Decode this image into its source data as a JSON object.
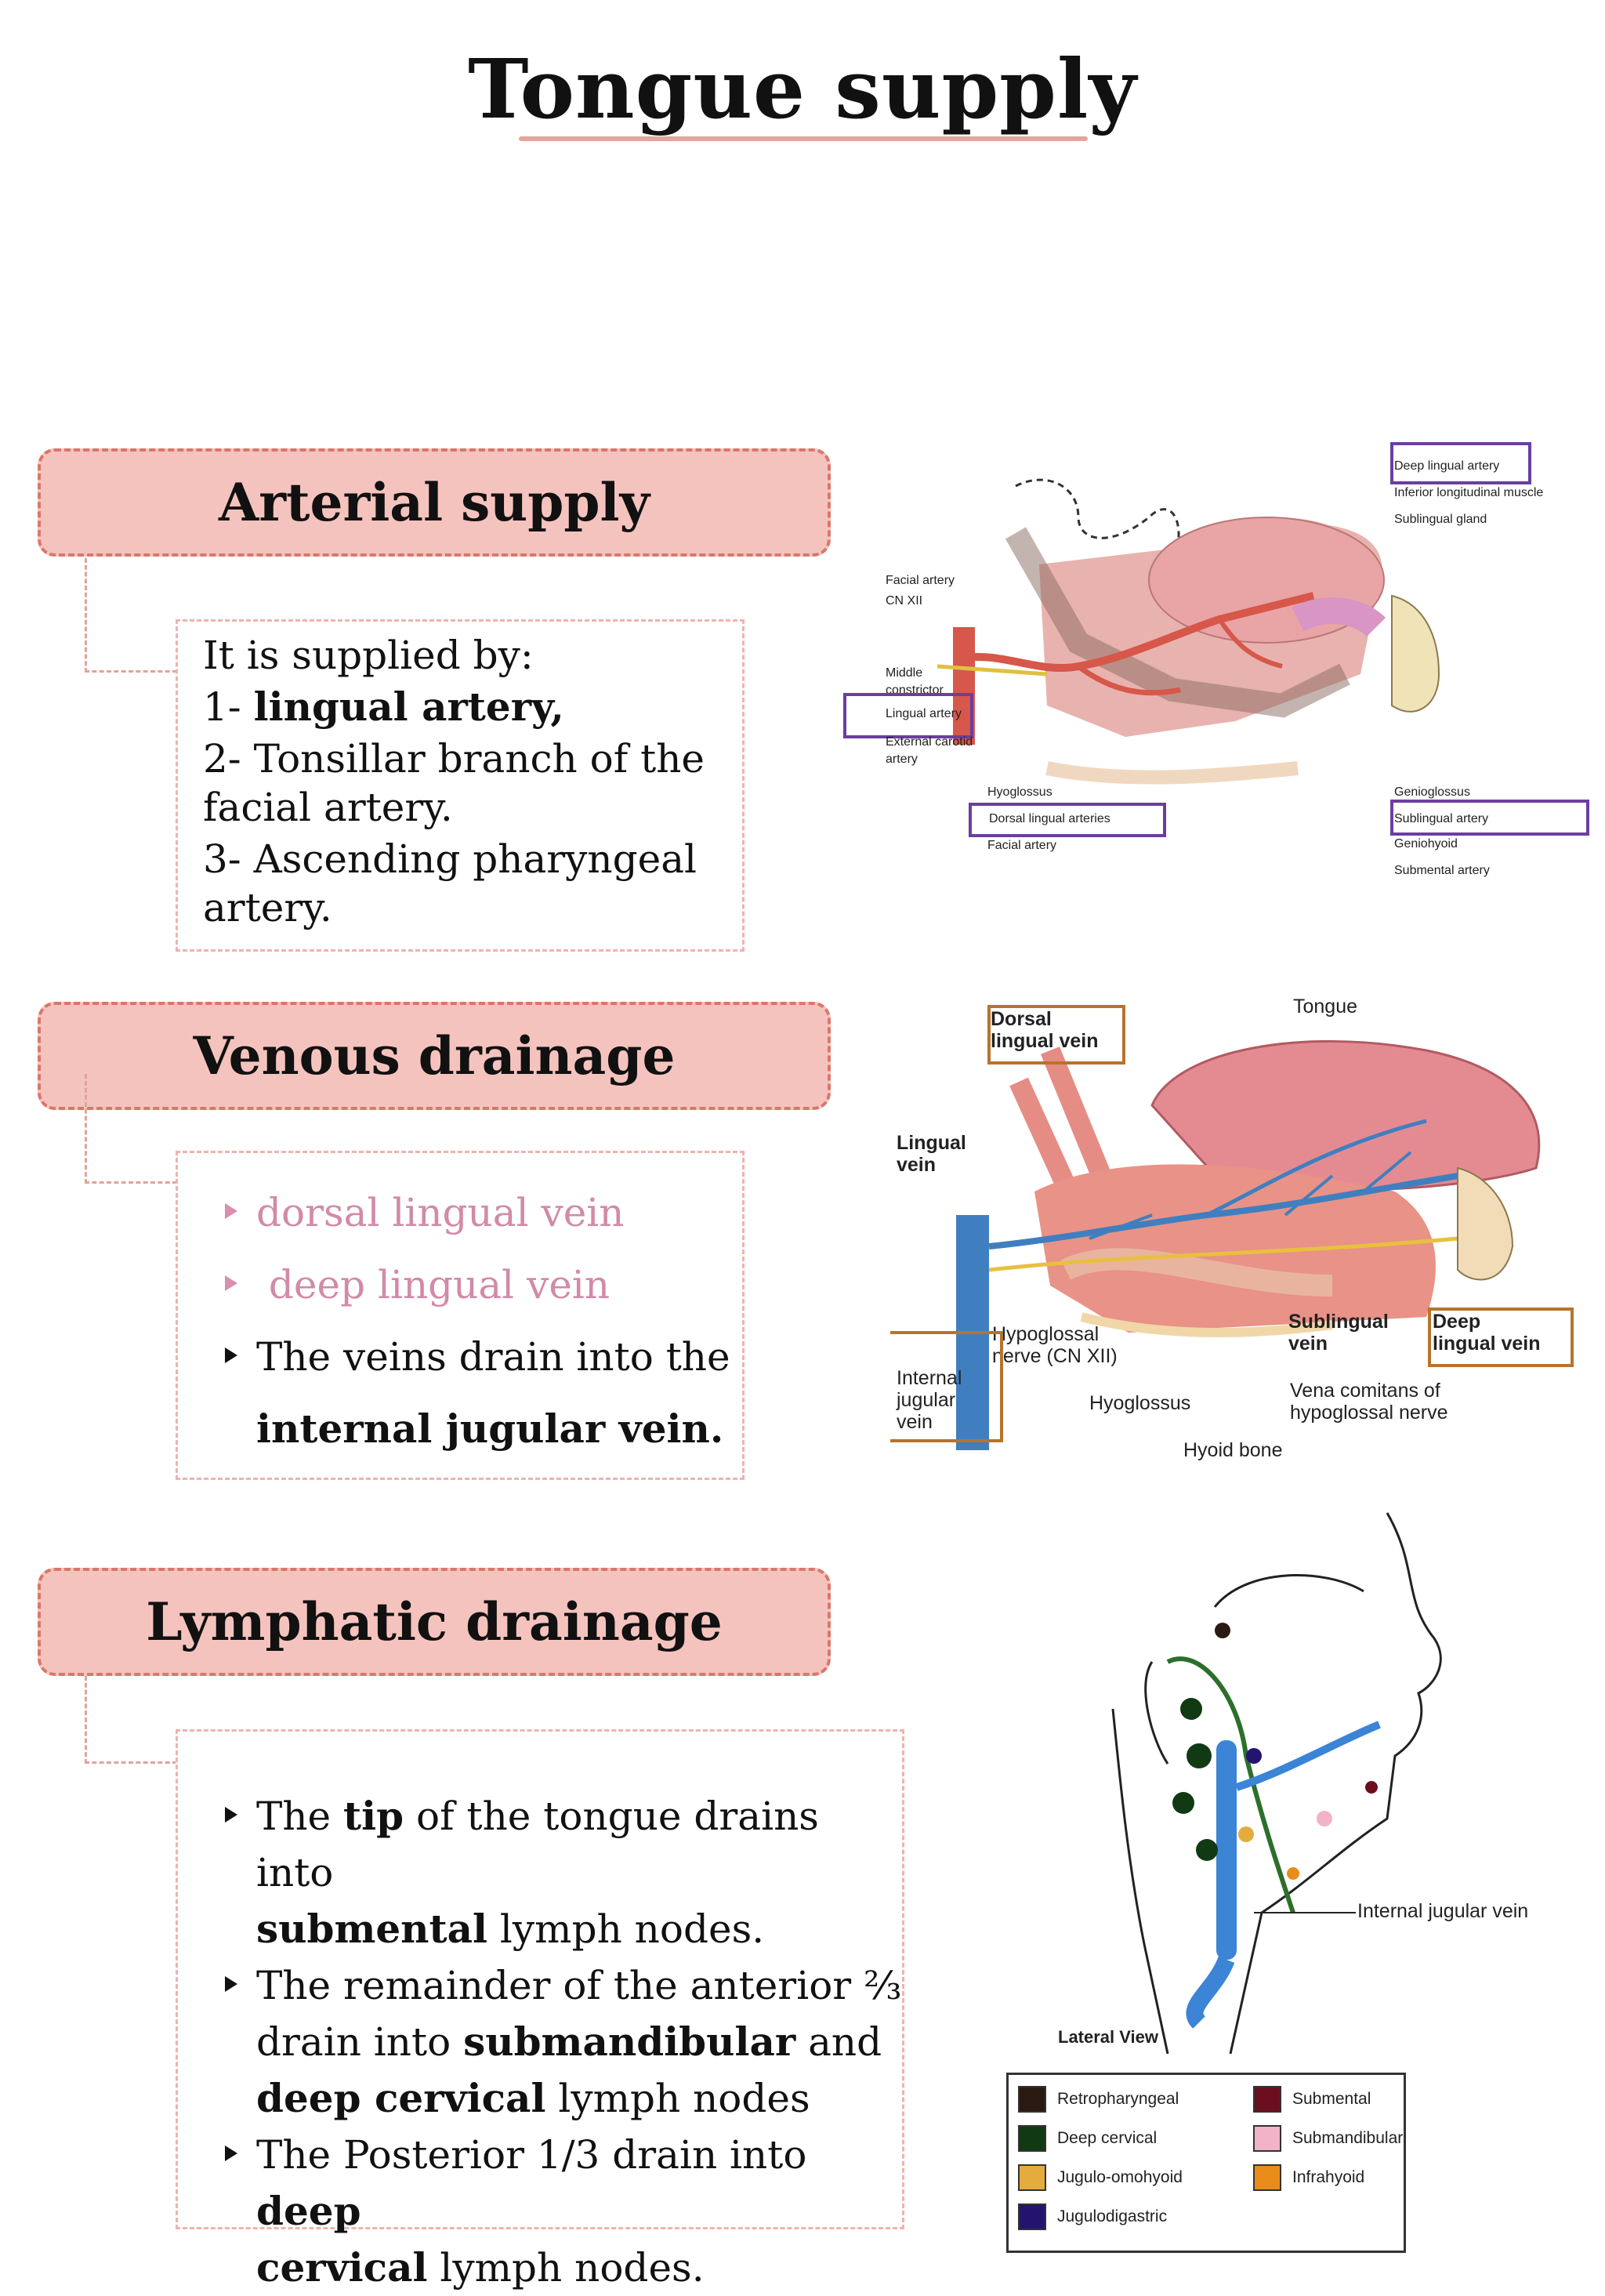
{
  "title": "Tongue supply",
  "arterial": {
    "heading": "Arterial supply",
    "intro": "It is supplied by:",
    "item1_prefix": "1- ",
    "item1_bold": "lingual artery,",
    "item2_line1": "2- Tonsillar branch of the",
    "item2_line2": "facial artery.",
    "item3_line1": "3- Ascending pharyngeal",
    "item3_line2": "artery.",
    "figure_labels": {
      "deep_lingual_artery": "Deep lingual artery",
      "inferior_longitudinal": "Inferior longitudinal muscle",
      "sublingual_gland": "Sublingual gland",
      "facial_artery_top": "Facial artery",
      "cn_xii": "CN XII",
      "middle": "Middle",
      "constrictor": "constrictor",
      "lingual_artery": "Lingual artery",
      "external_carotid": "External carotid",
      "artery": "artery",
      "hyoglossus": "Hyoglossus",
      "dorsal_lingual_arteries": "Dorsal lingual arteries",
      "facial_artery_bottom": "Facial artery",
      "genioglossus": "Genioglossus",
      "sublingual_artery": "Sublingual artery",
      "geniohyoid": "Geniohyoid",
      "submental_artery": "Submental artery"
    }
  },
  "venous": {
    "heading": "Venous drainage",
    "bullet1": "dorsal lingual vein",
    "bullet2": " deep lingual vein",
    "bullet3": "The veins drain into the",
    "bullet3_bold": "internal jugular vein.",
    "figure_labels": {
      "tongue": "Tongue",
      "dorsal_line1": "Dorsal",
      "dorsal_line2": "lingual vein",
      "lingual_line1": "Lingual",
      "lingual_line2": "vein",
      "hypoglossal_line1": "Hypoglossal",
      "hypoglossal_line2": "nerve (CN XII)",
      "internal_line1": "Internal",
      "internal_line2": "jugular",
      "internal_line3": "vein",
      "hyoglossus": "Hyoglossus",
      "sublingual_line1": "Sublingual",
      "sublingual_line2": "vein",
      "deep_line1": "Deep",
      "deep_line2": "lingual vein",
      "vena_line1": "Vena comitans of",
      "vena_line2": "hypoglossal nerve",
      "hyoid_bone": "Hyoid bone"
    }
  },
  "lymphatic": {
    "heading": "Lymphatic drainage",
    "b1_a": "The ",
    "b1_b": "tip",
    "b1_c": " of the tongue drains into",
    "b1_d": "submental",
    "b1_e": " lymph nodes.",
    "b2_a": "The remainder of the anterior ⅔",
    "b2_b": "drain into ",
    "b2_c": "submandibular",
    "b2_d": " and",
    "b2_e": "deep cervical",
    "b2_f": " lymph nodes",
    "b3_a": "The Posterior 1/3 drain into ",
    "b3_b": "deep",
    "b3_c": "cervical",
    "b3_d": " lymph nodes.",
    "figure_labels": {
      "internal_jugular_vein": "Internal jugular vein",
      "lateral_view": "Lateral View"
    },
    "legend": [
      {
        "label": "Retropharyngeal",
        "color": "#2a1a12"
      },
      {
        "label": "Submental",
        "color": "#6b0f1e"
      },
      {
        "label": "Deep cervical",
        "color": "#113a14"
      },
      {
        "label": "Submandibular",
        "color": "#f2b3c9"
      },
      {
        "label": "Jugulo-omohyoid",
        "color": "#e3ac3c"
      },
      {
        "label": "Infrahyoid",
        "color": "#e98c1c"
      },
      {
        "label": "Jugulodigastric",
        "color": "#241470"
      }
    ]
  }
}
